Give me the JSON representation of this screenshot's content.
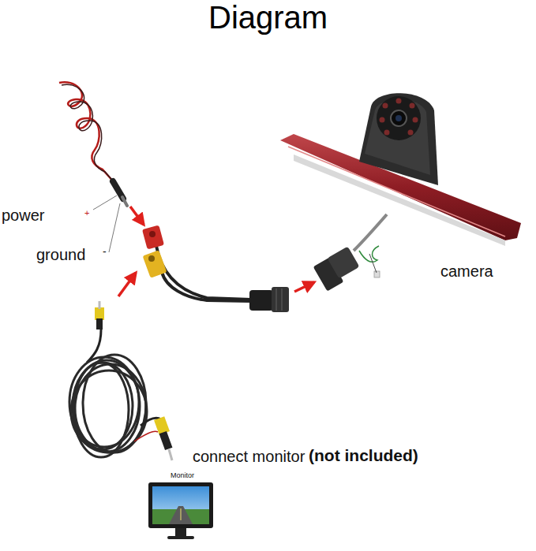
{
  "diagram": {
    "title": "Diagram",
    "labels": [
      "power",
      "+",
      "ground",
      "-",
      "camera",
      "connect monitor",
      "(not included)",
      "Monitor"
    ]
  }
}
